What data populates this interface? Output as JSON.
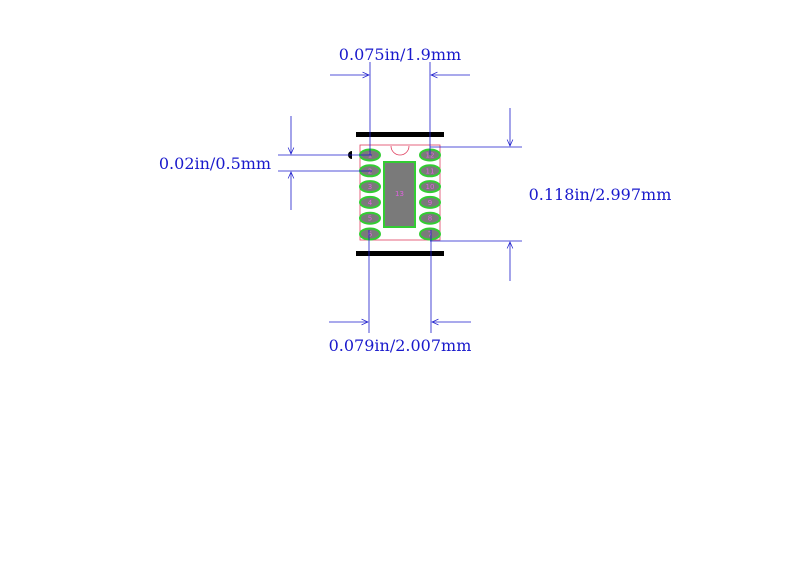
{
  "dimensions": {
    "top_width": "0.075in/1.9mm",
    "pitch": "0.02in/0.5mm",
    "height": "0.118in/2.997mm",
    "bottom_width": "0.079in/2.007mm"
  },
  "pins_left": [
    "1",
    "2",
    "3",
    "4",
    "5",
    "6"
  ],
  "pins_right": [
    "12",
    "11",
    "10",
    "9",
    "8",
    "7"
  ],
  "center_pad": "13",
  "colors": {
    "dimension": "#1a1acc",
    "pad_fill": "#7a7a7a",
    "pad_outline": "#33cc33",
    "pin_label": "#e060e0",
    "outline": "#e04060",
    "silkscreen": "#000000"
  }
}
